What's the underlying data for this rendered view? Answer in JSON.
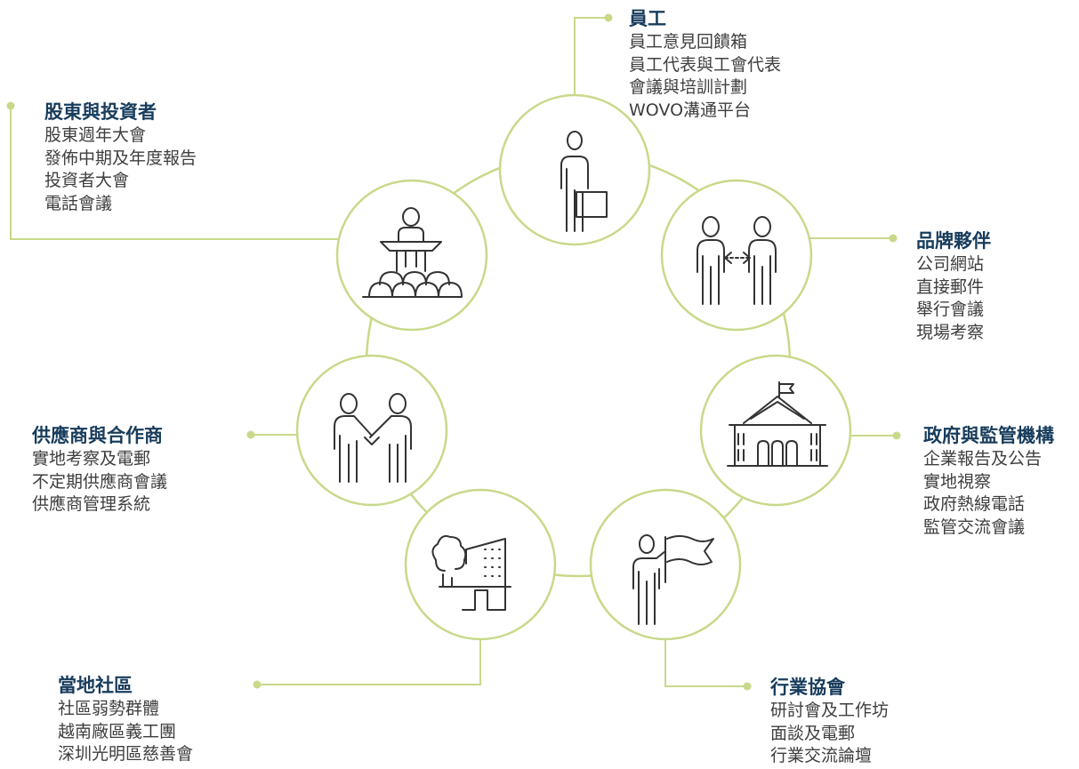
{
  "colors": {
    "line": "#c8d98a",
    "circle_fill": "#ffffff",
    "icon": "#333333",
    "title": "#183c5c",
    "body": "#3e3e3e"
  },
  "stakeholders": [
    {
      "icon": "employee-briefcase-icon",
      "title": "員工",
      "items": [
        "員工意見回饋箱",
        "員工代表與工會代表",
        "會議與培訓計劃",
        "WOVO溝通平台"
      ]
    },
    {
      "icon": "partners-exchange-icon",
      "title": "品牌夥伴",
      "items": [
        "公司網站",
        "直接郵件",
        "舉行會議",
        "現場考察"
      ]
    },
    {
      "icon": "government-building-icon",
      "title": "政府與監管機構",
      "items": [
        "企業報告及公告",
        "實地視察",
        "政府熱線電話",
        "監管交流會議"
      ]
    },
    {
      "icon": "person-flag-icon",
      "title": "行業協會",
      "items": [
        "研討會及工作坊",
        "面談及電郵",
        "行業交流論壇"
      ]
    },
    {
      "icon": "community-building-icon",
      "title": "當地社區",
      "items": [
        "社區弱勢群體",
        "越南廠區義工團",
        "深圳光明區慈善會"
      ]
    },
    {
      "icon": "handshake-icon",
      "title": "供應商與合作商",
      "items": [
        "實地考察及電郵",
        "不定期供應商會議",
        "供應商管理系統"
      ]
    },
    {
      "icon": "podium-audience-icon",
      "title": "股東與投資者",
      "items": [
        "股東週年大會",
        "發佈中期及年度報告",
        "投資者大會",
        "電話會議"
      ]
    }
  ]
}
